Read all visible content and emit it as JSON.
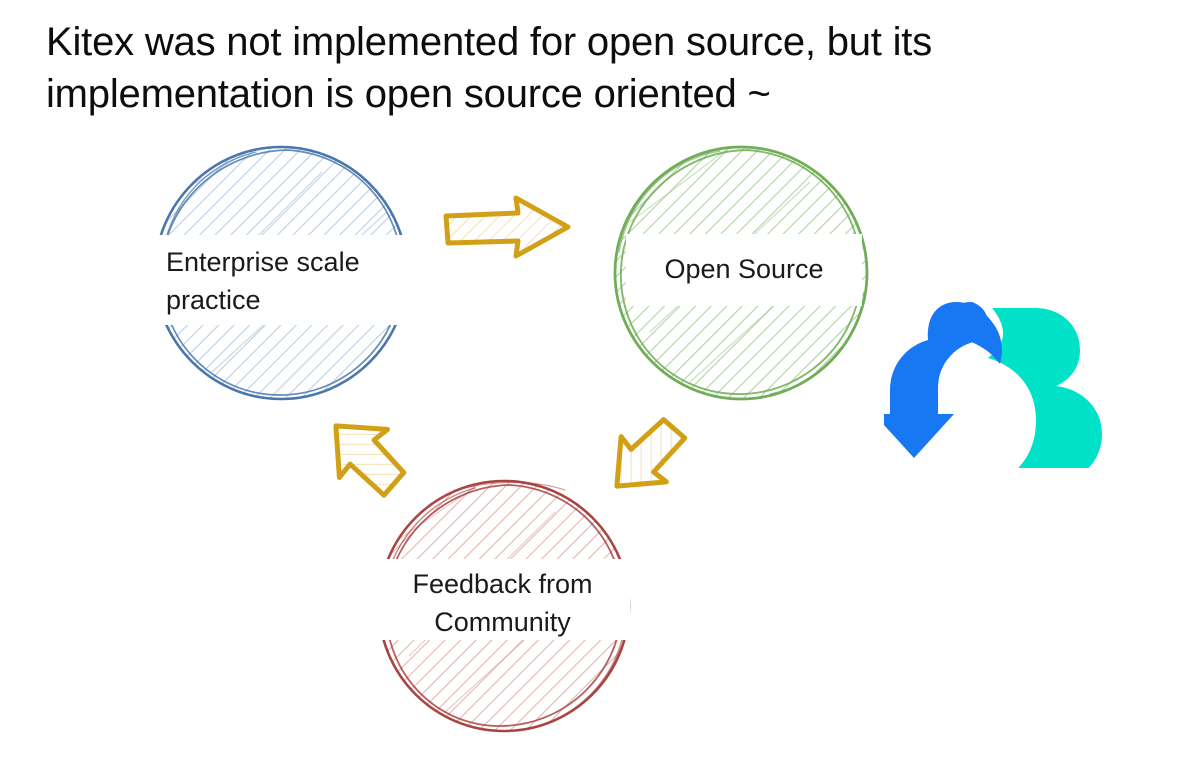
{
  "slide": {
    "title": "Kitex was not implemented for open source, but its\nimplementation is open source oriented ~",
    "background_color": "#ffffff",
    "title_color": "#0d0d0d"
  },
  "diagram": {
    "type": "cycle",
    "nodes": [
      {
        "id": "enterprise",
        "label": "Enterprise scale\npractice",
        "shape": "sketch-circle",
        "stroke_color": "#4a77ab",
        "fill_hatch_color": "#b9cde5",
        "position": "top-left"
      },
      {
        "id": "opensource",
        "label": "Open Source",
        "shape": "sketch-circle",
        "stroke_color": "#70ad57",
        "fill_hatch_color": "#aed2a0",
        "position": "top-right"
      },
      {
        "id": "feedback",
        "label": "Feedback from\nCommunity",
        "shape": "sketch-circle",
        "stroke_color": "#a94442",
        "fill_hatch_color": "#e3b3b0",
        "position": "bottom-center"
      }
    ],
    "arrows": [
      {
        "id": "enterprise-to-opensource",
        "direction": "right",
        "color": "#d2a016"
      },
      {
        "id": "opensource-to-feedback",
        "direction": "down-left",
        "color": "#d2a016"
      },
      {
        "id": "feedback-to-enterprise",
        "direction": "up-left",
        "color": "#d2a016"
      }
    ]
  },
  "logo": {
    "name": "cloudwego-logo",
    "arrow_color": "#1877f2",
    "cloud_color": "#00e2c8"
  }
}
